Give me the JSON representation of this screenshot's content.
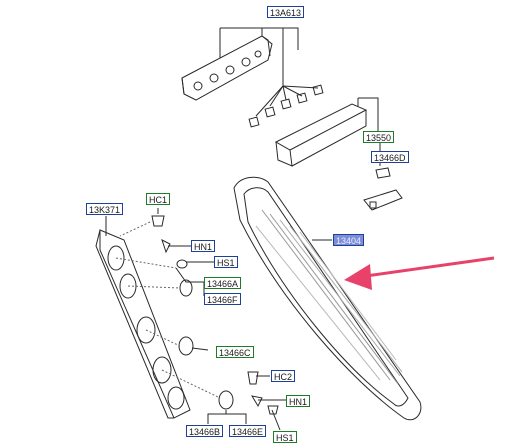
{
  "colors": {
    "line": "#2a2a2a",
    "blue_tag_border": "#1f3f9a",
    "green_tag_border": "#1f7a2a",
    "selected_tag_fill": "#7d8ed8",
    "arrow": "#e8416a"
  },
  "labels": {
    "bracket": "13A613",
    "housing": "13550",
    "socket_d": "13466D",
    "lens": "13404",
    "lamp_assembly": "13K371",
    "hc1": "HC1",
    "hn1_top": "HN1",
    "hs1_top": "HS1",
    "socket_a": "13466A",
    "socket_f": "13466F",
    "socket_c": "13466C",
    "hc2": "HC2",
    "hn1_bottom": "HN1",
    "socket_b": "13466B",
    "socket_e": "13466E",
    "hs1_bottom": "HS1"
  },
  "icons": {
    "arrow": "pointer-arrow-icon"
  }
}
